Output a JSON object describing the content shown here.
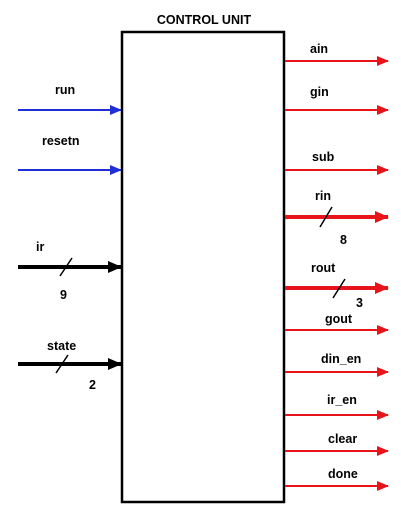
{
  "title": "CONTROL UNIT",
  "colors": {
    "control_input": "#1f2fd6",
    "data_input": "#000000",
    "output": "#e8141a",
    "block_border": "#000000"
  },
  "inputs": [
    {
      "id": "run",
      "label": "run",
      "kind": "control"
    },
    {
      "id": "resetn",
      "label": "resetn",
      "kind": "control"
    },
    {
      "id": "ir",
      "label": "ir",
      "kind": "bus",
      "width": "9"
    },
    {
      "id": "state",
      "label": "state",
      "kind": "bus",
      "width": "2"
    }
  ],
  "outputs": [
    {
      "id": "ain",
      "label": "ain"
    },
    {
      "id": "gin",
      "label": "gin"
    },
    {
      "id": "sub",
      "label": "sub"
    },
    {
      "id": "rin",
      "label": "rin",
      "width": "8"
    },
    {
      "id": "rout",
      "label": "rout",
      "width": "3"
    },
    {
      "id": "gout",
      "label": "gout"
    },
    {
      "id": "din-en",
      "label": "din_en"
    },
    {
      "id": "ir-en",
      "label": "ir_en"
    },
    {
      "id": "clear",
      "label": "clear"
    },
    {
      "id": "done",
      "label": "done"
    }
  ]
}
